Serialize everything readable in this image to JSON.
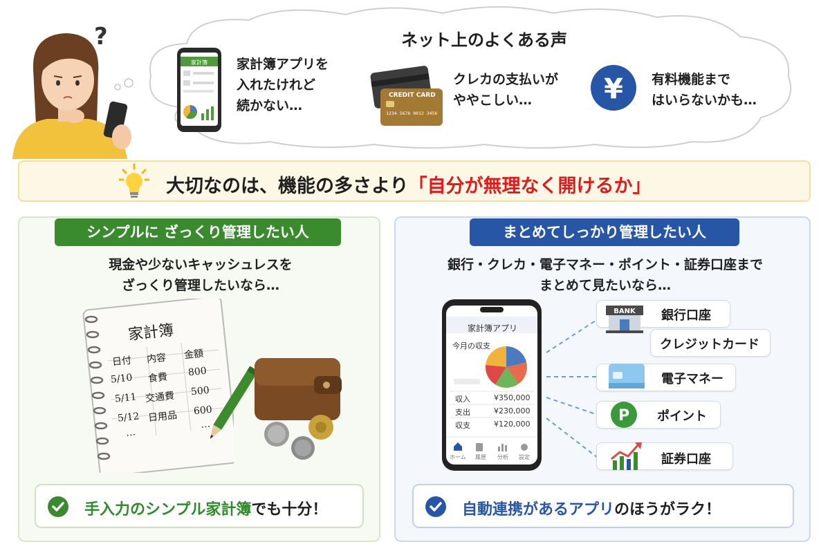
{
  "cloud": {
    "title": "ネット上のよくある声",
    "voices": [
      {
        "line1": "家計簿アプリを",
        "line2": "入れたけれど",
        "line3": "続かない…"
      },
      {
        "line1": "クレカの支払いが",
        "line2": "ややこしい…"
      },
      {
        "line1": "有料機能まで",
        "line2": "はいらないかも…"
      }
    ],
    "app_card_title": "家計簿",
    "credit_card_text": "CREDIT CARD",
    "credit_card_number": "1234 5678 9012 3456",
    "yen_symbol": "¥"
  },
  "key_message": {
    "prefix": "大切なのは、機能の多さより",
    "highlight": "「自分が無理なく開けるか」"
  },
  "left": {
    "tag": "シンプルに ざっくり管理したい人",
    "desc1": "現金や少ないキャッシュレスを",
    "desc2": "ざっくり管理したいなら…",
    "notebook": {
      "title": "家計簿",
      "headers": [
        "日付",
        "内容",
        "金額"
      ],
      "rows": [
        [
          "5/10",
          "食費",
          "800"
        ],
        [
          "5/11",
          "交通費",
          "500"
        ],
        [
          "5/12",
          "日用品",
          "600"
        ]
      ],
      "ellipsis": "…"
    },
    "callout": {
      "em": "手入力のシンプル家計簿",
      "rest": "でも十分！"
    }
  },
  "right": {
    "tag": "まとめてしっかり管理したい人",
    "desc1": "銀行・クレカ・電子マネー・ポイント・証券口座まで",
    "desc2": "まとめて見たいなら…",
    "phone": {
      "app_title": "家計簿アプリ",
      "subtitle": "今月の収支",
      "rows": [
        {
          "label": "収入",
          "value": "¥350,000"
        },
        {
          "label": "支出",
          "value": "¥230,000"
        },
        {
          "label": "収支",
          "value": "¥120,000"
        }
      ],
      "nav": [
        "ホーム",
        "履歴",
        "分析",
        "設定"
      ]
    },
    "services": [
      {
        "label": "銀行口座",
        "icon": "bank-icon",
        "icon_text": "BANK"
      },
      {
        "label": "クレジットカード",
        "icon": ""
      },
      {
        "label": "電子マネー",
        "icon": "ic-card-icon"
      },
      {
        "label": "ポイント",
        "icon": "point-icon",
        "icon_text": "P"
      },
      {
        "label": "証券口座",
        "icon": "stock-chart-icon"
      }
    ],
    "callout": {
      "em1": "自動連携",
      "mid": "がある",
      "em2": "アプリ",
      "rest": "のほうがラク！"
    }
  },
  "colors": {
    "green": "#3a8a2e",
    "blue": "#2856a6",
    "red": "#e01b1b",
    "yellow_bar": "#fdf7e6"
  }
}
